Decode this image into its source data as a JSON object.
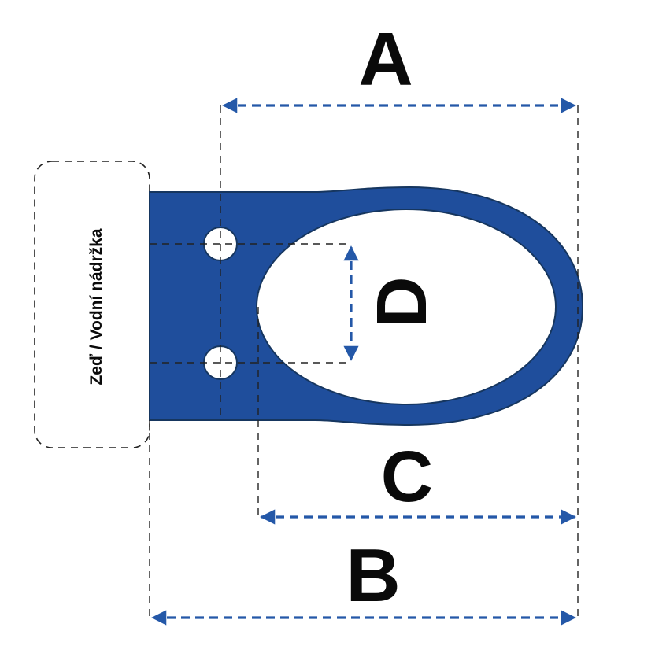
{
  "wall_label": "Zeď / Vodní nádržka",
  "dimensions": {
    "a": "A",
    "b": "B",
    "c": "C",
    "d": "D"
  },
  "colors": {
    "seat": "#1f4e9c",
    "seat_outline": "#16365f",
    "arrow": "#2458a8",
    "guide": "#222222",
    "text": "#0a0a0a"
  }
}
